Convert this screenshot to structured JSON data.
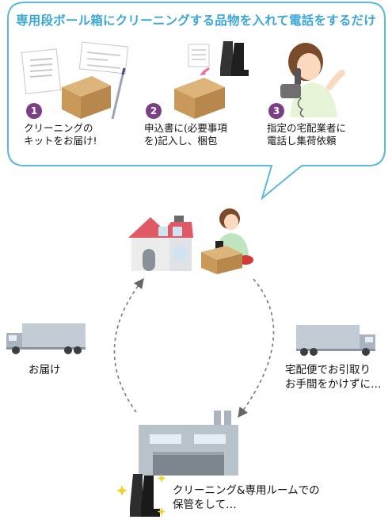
{
  "headline": "専用段ボール箱にクリーニングする品物を入れて電話をするだけ",
  "steps": [
    {
      "num": "1",
      "line1": "クリーニングの",
      "line2": "キットをお届け!"
    },
    {
      "num": "2",
      "line1": "申込書に(必要事項",
      "line2": "を)記入し、梱包"
    },
    {
      "num": "3",
      "line1": "指定の宅配業者に",
      "line2": "電話し集荷依頼"
    }
  ],
  "flow": {
    "delivery_label": "お届け",
    "pickup_line1": "宅配便でお引取り",
    "pickup_line2": "お手間をかけずに…",
    "storage_line1": "クリーニング&専用ルームでの",
    "storage_line2": "保管をして…"
  },
  "colors": {
    "bubble_border": "#5bb8de",
    "headline": "#3aa7d6",
    "step_badge": "#7b3f84",
    "box": "#c9995a",
    "truck": "#b7c2cb"
  }
}
